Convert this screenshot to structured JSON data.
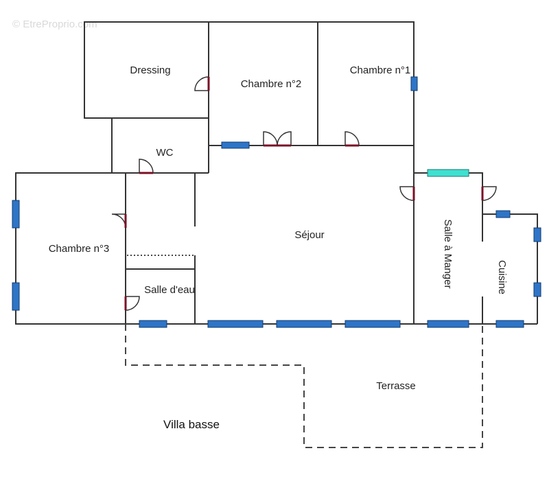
{
  "watermark": "© EtreProprio.com",
  "rooms": {
    "dressing": "Dressing",
    "chambre2": "Chambre n°2",
    "chambre1": "Chambre n°1",
    "wc": "WC",
    "chambre3": "Chambre n°3",
    "sejour": "Séjour",
    "salle_a_manger": "Salle à Manger",
    "cuisine": "Cuisine",
    "salle_deau": "Salle d'eau",
    "terrasse": "Terrasse"
  },
  "caption": "Villa basse",
  "colors": {
    "wall": "#333333",
    "window_fill": "#2e75c8",
    "window_stroke": "#123a6b",
    "skylight_fill": "#40e0d0",
    "door": "#7a0f24",
    "terrace_line": "#444444"
  }
}
